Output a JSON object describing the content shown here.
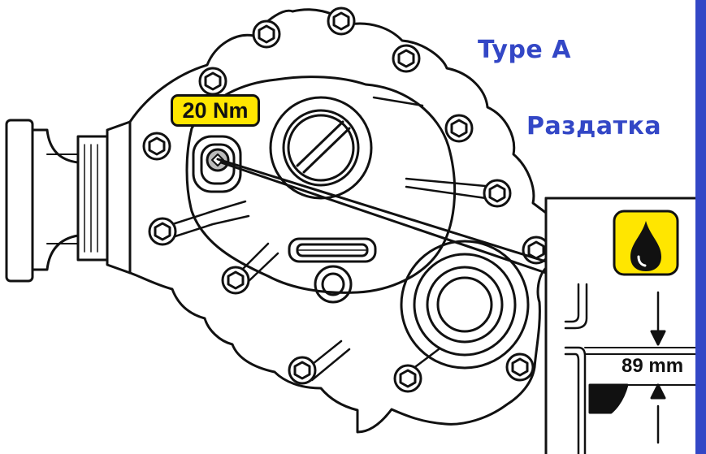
{
  "labels": {
    "type": "Type A",
    "name_ru": "Раздатка",
    "torque": "20 Nm",
    "level_depth": "89 mm"
  },
  "icons": {
    "oil": "oil-drop-icon"
  },
  "colors": {
    "label_text": "#3347c6",
    "badge_fill": "#ffe600",
    "side_bar": "#3347c6",
    "line": "#111111"
  }
}
